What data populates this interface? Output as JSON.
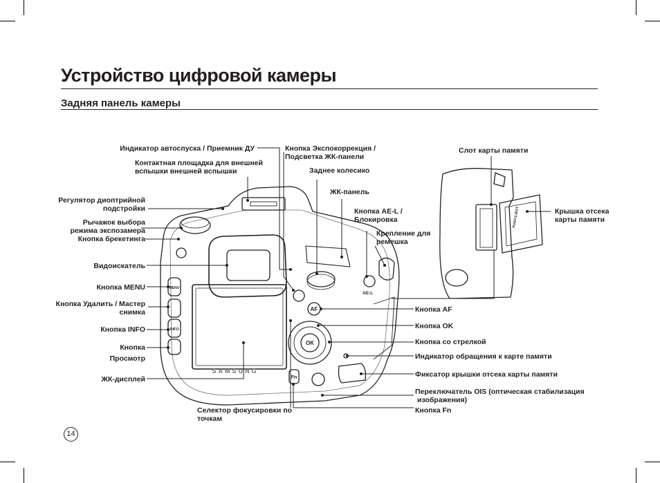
{
  "header": {
    "title": "Устройство цифровой камеры",
    "subtitle": "Задняя панель камеры"
  },
  "page_number": "14",
  "camera": {
    "brand": "SAMSUNG"
  },
  "labels": {
    "self_timer": "Индикатор автоспуска / Приемник ДУ",
    "hotshoe": [
      "Контактная площадка для внешней",
      "вспышки внешней вспышки"
    ],
    "diopter": [
      "Регулятор диоптрийной",
      "подстройки"
    ],
    "metering": [
      "Рычажок выбора",
      "режима экспозамера"
    ],
    "bracketing": "Кнопка брекетинга",
    "viewfinder": "Видоискатель",
    "menu": "Кнопка MENU",
    "delete": [
      "Кнопка Удалить / Мастер",
      "снимка"
    ],
    "info": "Кнопка INFO",
    "playback": [
      "Кнопка",
      "Просмотр"
    ],
    "lcd": "ЖК-дисплей",
    "focus_selector": [
      "Селектор фокусировки по",
      "точкам"
    ],
    "exposure_comp": [
      "Кнопка Экспокоррекция /",
      "Подсветка ЖК-панели"
    ],
    "rear_dial": "Заднее колесико",
    "lcd_panel": "ЖК-панель",
    "ael": [
      "Кнопка AE-L /",
      "Блокировка"
    ],
    "strap": [
      "Крепление для",
      "ремешка"
    ],
    "card_slot": "Слот карты памяти",
    "card_cover": [
      "Крышка отсека",
      "карты памяти"
    ],
    "af": "Кнопка AF",
    "ok": "Кнопка OK",
    "arrow": "Кнопка со стрелкой",
    "card_access": "Индикатор обращения к карте памяти",
    "card_lock": "Фиксатор крышки отсека карты памяти",
    "ois": [
      "Переключатель OIS (оптическая стабилизация",
      "изображения)"
    ],
    "fn": "Кнопка Fn"
  },
  "buttons": {
    "menu": "MENU",
    "info": "INFO",
    "af": "AF",
    "ok": "OK",
    "fn": "Fn",
    "ael": "AE-L",
    "push_eject": "PUSH EJECT"
  }
}
